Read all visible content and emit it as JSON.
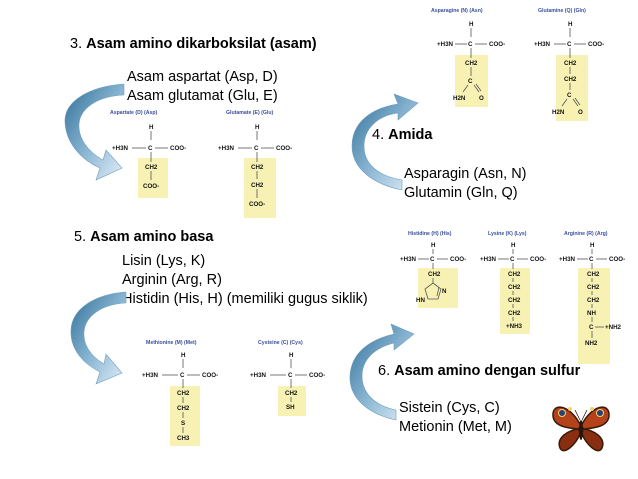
{
  "sections": [
    {
      "num": "3.",
      "title": "Asam amino dikarboksilat (asam)",
      "items": [
        "Asam aspartat (Asp, D)",
        "Asam glutamat (Glu, E)"
      ]
    },
    {
      "num": "4.",
      "title": "Amida",
      "items": [
        "Asparagin (Asn, N)",
        "Glutamin (Gln, Q)"
      ]
    },
    {
      "num": "5.",
      "title": "Asam amino basa",
      "items": [
        "Lisin (Lys, K)",
        "Arginin (Arg, R)",
        "Histidin (His, H) (memiliki gugus siklik)"
      ]
    },
    {
      "num": "6.",
      "title": "Asam amino dengan sulfur",
      "items": [
        "Sistein (Cys, C)",
        "Metionin (Met, M)"
      ]
    }
  ],
  "structures": {
    "asparagine": {
      "title": "Asparagine (N) (Asn)",
      "side": [
        "CH2",
        "C",
        "H2N",
        "O"
      ]
    },
    "glutamine": {
      "title": "Glutamine (Q) (Gln)",
      "side": [
        "CH2",
        "CH2",
        "C",
        "H2N",
        "O"
      ]
    },
    "aspartate": {
      "title": "Aspartate (D) (Asp)",
      "side": [
        "CH2",
        "COO-"
      ]
    },
    "glutamate": {
      "title": "Glutamate (E) (Glu)",
      "side": [
        "CH2",
        "CH2",
        "COO-"
      ]
    },
    "histidine": {
      "title": "Histidine (H) (His)",
      "side": [
        "CH2",
        "HN",
        "N"
      ]
    },
    "lysine": {
      "title": "Lysine (K) (Lys)",
      "side": [
        "CH2",
        "CH2",
        "CH2",
        "CH2",
        "+NH3"
      ]
    },
    "arginine": {
      "title": "Arginine (R) (Arg)",
      "side": [
        "CH2",
        "CH2",
        "CH2",
        "NH",
        "C",
        "NH2",
        "+NH2"
      ]
    },
    "methionine": {
      "title": "Methionine (M) (Met)",
      "side": [
        "CH2",
        "CH2",
        "S",
        "CH3"
      ]
    },
    "cysteine": {
      "title": "Cysteine (C) (Cys)",
      "side": [
        "CH2",
        "SH"
      ]
    }
  },
  "backbone": {
    "h": "H",
    "amine": "+H3N",
    "c": "C",
    "carboxyl": "COO-"
  },
  "colors": {
    "arrow_dark": "#2f6f96",
    "arrow_light": "#cde2f0",
    "side_fill": "#f7f1b3",
    "title_blue": "#3a4fa0"
  }
}
